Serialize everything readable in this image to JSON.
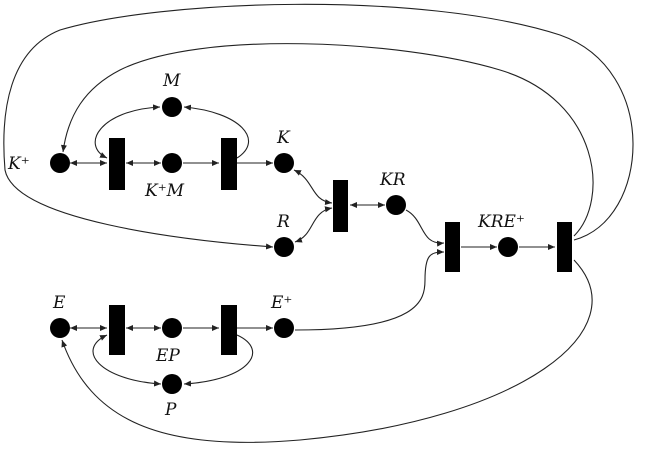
{
  "diagram": {
    "type": "petri-net",
    "places": {
      "k_plus": "K⁺",
      "m": "M",
      "k_plus_m": "K⁺M",
      "k": "K",
      "r": "R",
      "kr": "KR",
      "kre_plus": "KRE⁺",
      "e": "E",
      "ep": "EP",
      "e_plus": "E⁺",
      "p": "P"
    }
  }
}
